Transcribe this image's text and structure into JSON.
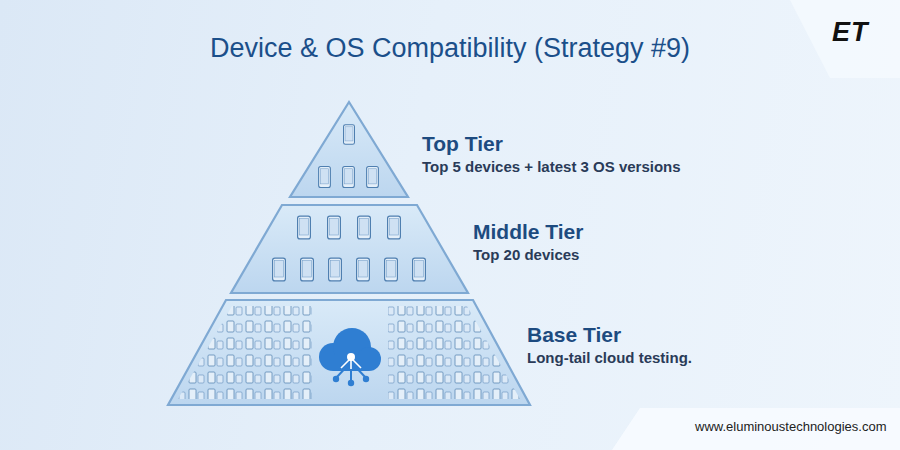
{
  "diagram": {
    "title": "Device & OS Compatibility (Strategy #9)",
    "nodes": [
      {
        "text": [
          "Top Tier",
          "Top 5 devices + latest 3 OS versions"
        ]
      },
      {
        "text": [
          "Middle Tier",
          "Top 20 devices"
        ]
      },
      {
        "text": [
          "Base Tier",
          "Long-tail cloud testing."
        ]
      }
    ],
    "labels": [
      "ET",
      "www.eluminoustechnologies.com"
    ]
  }
}
